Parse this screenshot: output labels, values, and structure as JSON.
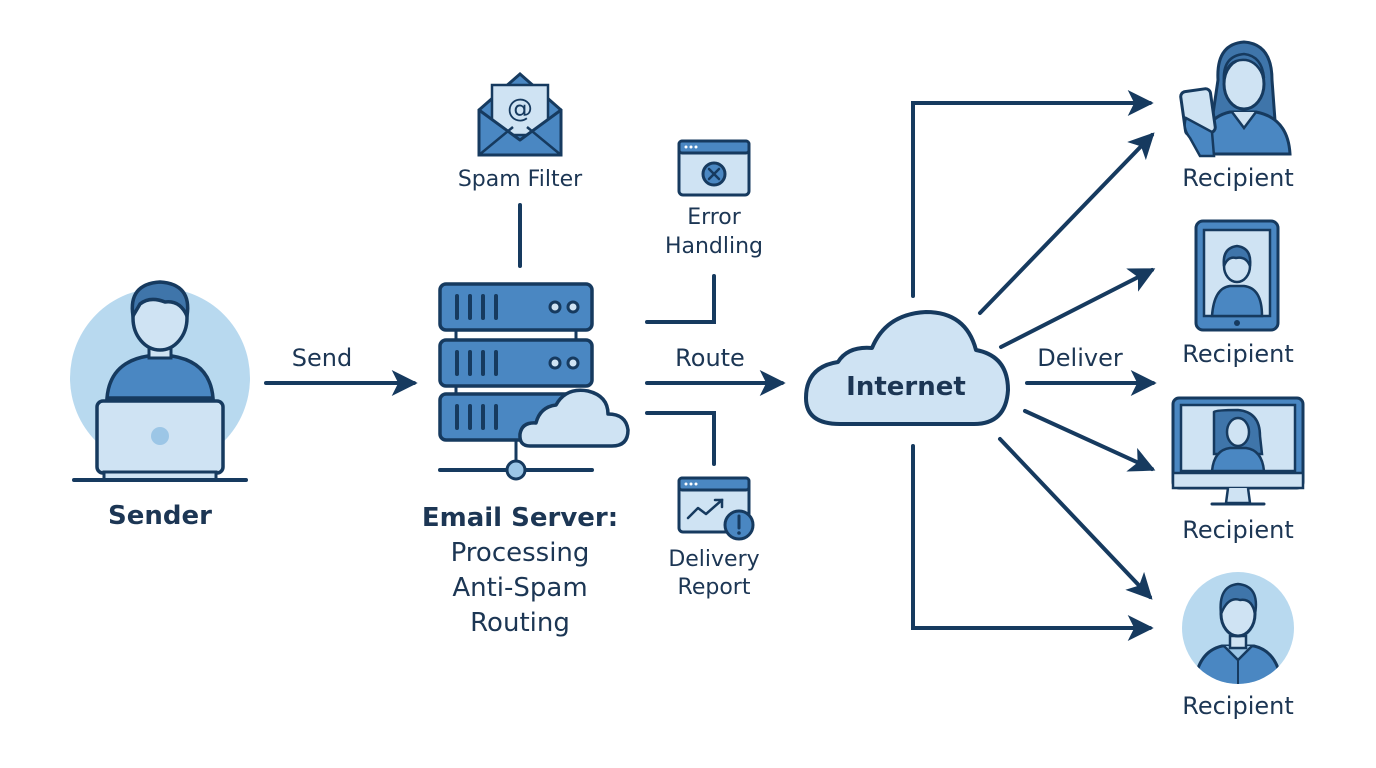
{
  "title": "Email Delivery Flow",
  "colors": {
    "stroke": "#163a5f",
    "fill_mid": "#4a87c2",
    "fill_light": "#cfe3f3",
    "fill_circle": "#b8d9ef",
    "text": "#1c3654"
  },
  "nodes": {
    "sender": {
      "label": "Sender",
      "icon": "person-laptop-icon"
    },
    "server": {
      "title": "Email Server:",
      "lines": [
        "Processing",
        "Anti-Spam",
        "Routing"
      ],
      "icon": "server-cloud-icon"
    },
    "spam_filter": {
      "label": "Spam Filter",
      "icon": "envelope-at-icon"
    },
    "error_handling": {
      "lines": [
        "Error",
        "Handling"
      ],
      "icon": "window-error-icon"
    },
    "delivery_report": {
      "lines": [
        "Delivery",
        "Report"
      ],
      "icon": "window-chart-alert-icon"
    },
    "internet": {
      "label": "Internet",
      "icon": "cloud-icon"
    },
    "recipients": [
      {
        "label": "Recipient",
        "icon": "woman-phone-icon"
      },
      {
        "label": "Recipient",
        "icon": "tablet-user-icon"
      },
      {
        "label": "Recipient",
        "icon": "monitor-user-icon"
      },
      {
        "label": "Recipient",
        "icon": "user-circle-icon"
      }
    ]
  },
  "edges": {
    "send": "Send",
    "route": "Route",
    "deliver": "Deliver"
  }
}
